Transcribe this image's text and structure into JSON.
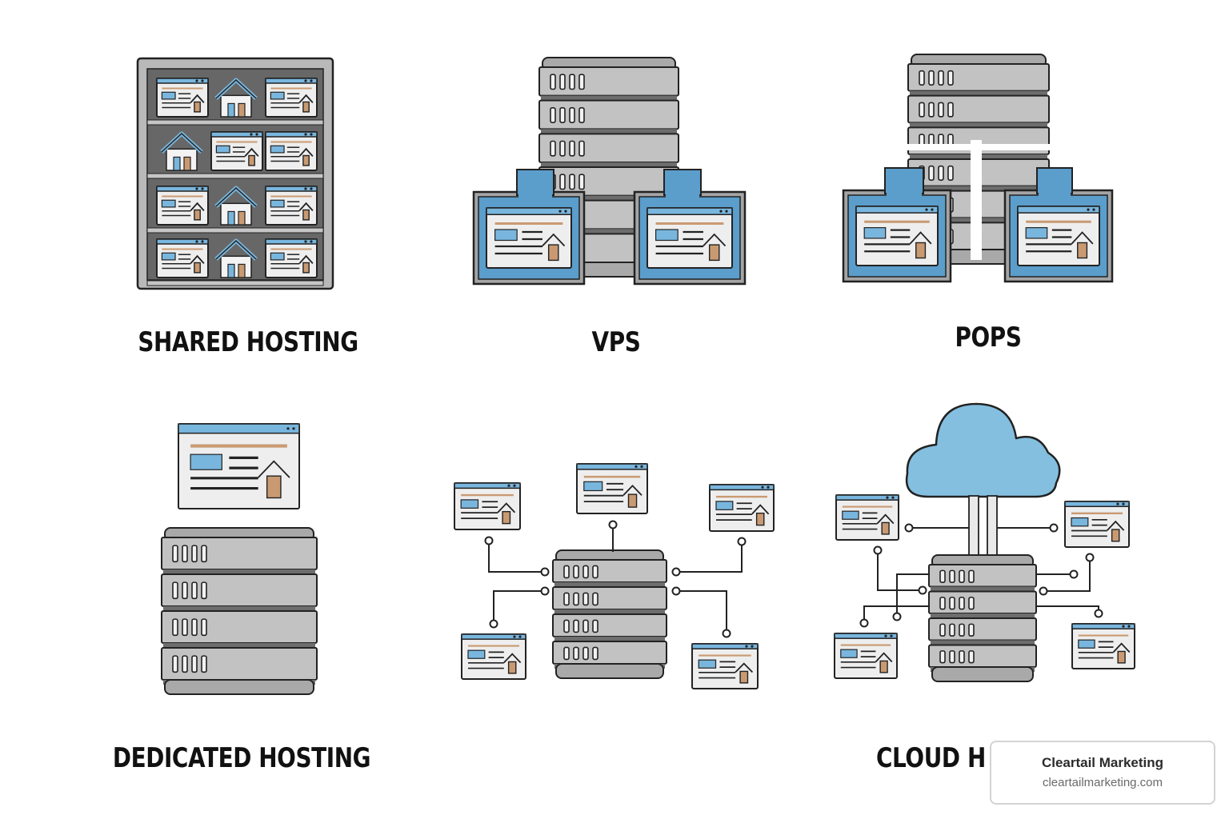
{
  "labels": {
    "shared": "SHARED HOSTING",
    "vps": "VPS",
    "pops": "POPS",
    "dedicated": "DEDICATED HOSTING",
    "cloud": "CLOUD H"
  },
  "watermark": {
    "name": "Cleartail Marketing",
    "url": "cleartailmarketing.com"
  },
  "colors": {
    "outline": "#222222",
    "server": "#a9a9a9",
    "server_light": "#c2c2c2",
    "panel_blue": "#5b9dcb",
    "screen_blue": "#79b6de",
    "cloud_blue": "#84bfe0",
    "door": "#c99a72",
    "window_bg": "#eeeeee",
    "rack": "#676767"
  },
  "icons": [
    "server-rack-icon",
    "website-window-icon",
    "house-icon",
    "cloud-icon",
    "network-node-icon"
  ]
}
